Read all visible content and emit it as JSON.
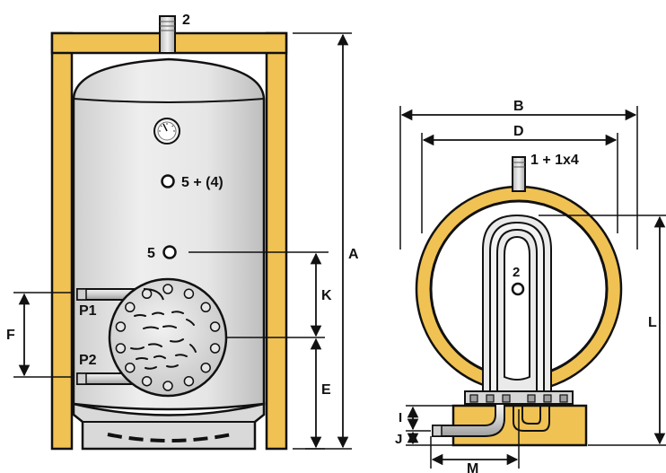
{
  "labels": {
    "top_outlet": "2",
    "sensor_port": "5 + (4)",
    "port_5": "5",
    "coil_inlet": "P1",
    "coil_outlet": "P2",
    "dim_a": "A",
    "dim_e": "E",
    "dim_f": "F",
    "dim_k": "K",
    "dim_b": "B",
    "dim_d": "D",
    "dim_l": "L",
    "dim_i": "I",
    "dim_j": "J",
    "dim_m": "M",
    "top_ports": "1 + 1x4",
    "side_port": "2"
  },
  "colors": {
    "insulation": "#F0C253",
    "insulation_light": "#F6D98C",
    "steel": "#E3E3E3",
    "steel_dark": "#BDBDBD",
    "outline": "#111111"
  }
}
